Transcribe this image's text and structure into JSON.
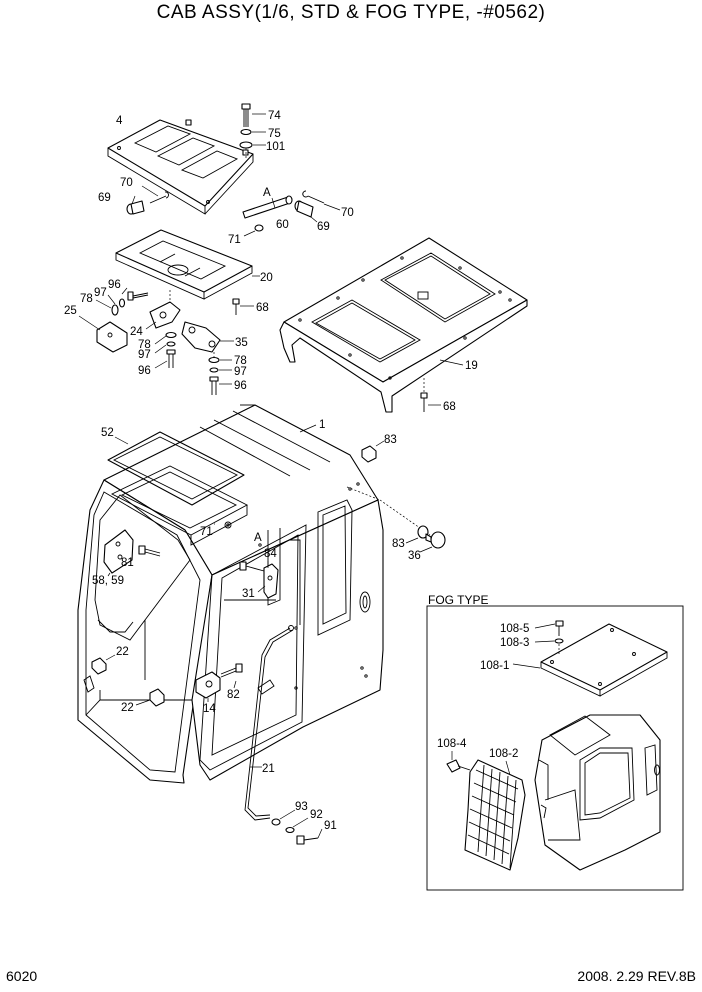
{
  "header": {
    "title": "CAB ASSY(1/6, STD & FOG TYPE, -#0562)"
  },
  "footer": {
    "page_number": "6020",
    "date_revision": "2008. 2.29  REV.8B"
  },
  "fog_type": {
    "title": "FOG TYPE"
  },
  "callouts": {
    "c1": "1",
    "c4": "4",
    "c14": "14",
    "c19": "19",
    "c20": "20",
    "c21": "21",
    "c22a": "22",
    "c22b": "22",
    "c24": "24",
    "c25": "25",
    "c31": "31",
    "c35": "35",
    "c36": "36",
    "c52": "52",
    "c58_59": "58, 59",
    "c60": "60",
    "c68a": "68",
    "c68b": "68",
    "c69a": "69",
    "c69b": "69",
    "c70a": "70",
    "c70b": "70",
    "c71a": "71",
    "c71b": "71",
    "c74": "74",
    "c75": "75",
    "c78a": "78",
    "c78b": "78",
    "c78c": "78",
    "c81": "81",
    "c82": "82",
    "c83a": "83",
    "c83b": "83",
    "c84": "84",
    "c91": "91",
    "c92": "92",
    "c93": "93",
    "c96a": "96",
    "c96b": "96",
    "c96c": "96",
    "c97a": "97",
    "c97b": "97",
    "c97c": "97",
    "c101": "101",
    "cA1": "A",
    "cA2": "A",
    "c108_1": "108-1",
    "c108_2": "108-2",
    "c108_3": "108-3",
    "c108_4": "108-4",
    "c108_5": "108-5"
  }
}
